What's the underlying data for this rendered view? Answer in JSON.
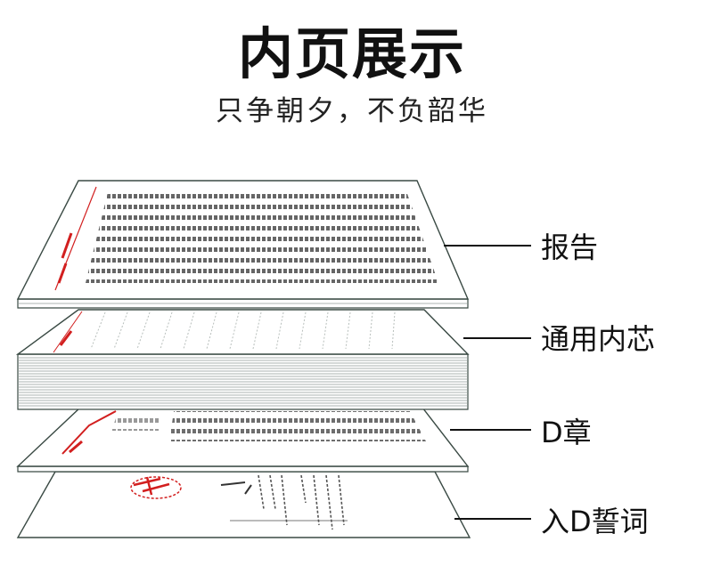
{
  "page": {
    "title": "内页展示",
    "subtitle": "只争朝夕，不负韶华"
  },
  "layers": [
    {
      "label": "报告",
      "icon": "text-page-icon"
    },
    {
      "label": "通用内芯",
      "icon": "ruled-paper-stack-icon"
    },
    {
      "label": "D章",
      "icon": "stamped-page-icon"
    },
    {
      "label": "入D誓词",
      "icon": "oath-page-icon"
    }
  ],
  "colors": {
    "page_fill": "#ffffff",
    "page_edge": "#3a4a44",
    "stack_edge": "#8f9a96",
    "text_gray": "#555555",
    "seal_red": "#d21f1f",
    "leader_line": "#111111"
  }
}
